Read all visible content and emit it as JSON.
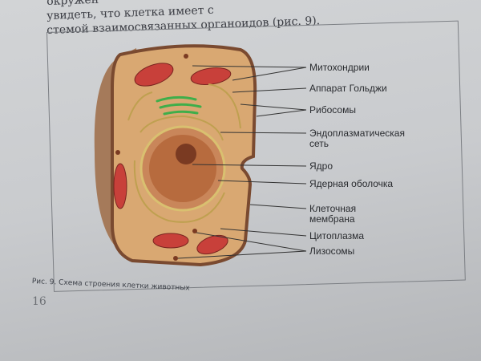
{
  "body_text": {
    "line1": "окружен",
    "line2": "увидеть, что клетка имеет с",
    "line2_end": "органоидов (рис. 9).",
    "line3": "стемой взаимосвязанных"
  },
  "diagram": {
    "labels": {
      "mitochondria": "Митохондрии",
      "golgi": "Аппарат Гольджи",
      "ribosomes": "Рибосомы",
      "er_1": "Эндоплазматическая",
      "er_2": "сеть",
      "nucleus": "Ядро",
      "nuclear_envelope": "Ядерная оболочка",
      "membrane_1": "Клеточная",
      "membrane_2": "мембрана",
      "cytoplasm": "Цитоплазма",
      "lysosomes": "Лизосомы"
    },
    "colors": {
      "cytoplasm": "#d9a872",
      "membrane": "#8a5a3a",
      "mitochondria": "#c8403a",
      "golgi": "#3fae4a",
      "nucleus": "#b76b3e",
      "nucleolus": "#7a3a22"
    }
  },
  "caption": "Рис. 9. Схема строения клетки животных",
  "page_number": "16"
}
